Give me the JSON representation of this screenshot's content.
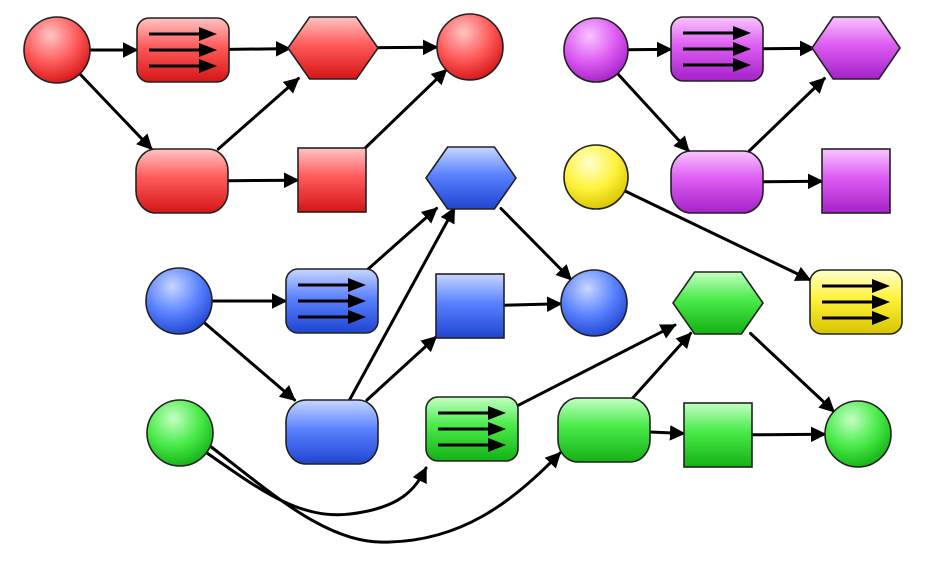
{
  "palette": {
    "red": {
      "light": "#ffc4c4",
      "mid": "#ff5a5a",
      "dark": "#d41515"
    },
    "purple": {
      "light": "#f8c4ff",
      "mid": "#dd5cf2",
      "dark": "#a422c8"
    },
    "blue": {
      "light": "#c8d6ff",
      "mid": "#5a82ff",
      "dark": "#1f45d0"
    },
    "green": {
      "light": "#c4ffc4",
      "mid": "#48ea48",
      "dark": "#15b015"
    },
    "yellow": {
      "light": "#ffffd0",
      "mid": "#fff23a",
      "dark": "#d6c400"
    }
  },
  "nodes": [
    {
      "id": "r1",
      "shape": "circle",
      "color": "red"
    },
    {
      "id": "r2",
      "shape": "process",
      "color": "red"
    },
    {
      "id": "r3",
      "shape": "hexagon",
      "color": "red"
    },
    {
      "id": "r4",
      "shape": "circle",
      "color": "red"
    },
    {
      "id": "r5",
      "shape": "rounded",
      "color": "red"
    },
    {
      "id": "r6",
      "shape": "square",
      "color": "red"
    },
    {
      "id": "p1",
      "shape": "circle",
      "color": "purple"
    },
    {
      "id": "p2",
      "shape": "process",
      "color": "purple"
    },
    {
      "id": "p3",
      "shape": "hexagon",
      "color": "purple"
    },
    {
      "id": "p4",
      "shape": "rounded",
      "color": "purple"
    },
    {
      "id": "p5",
      "shape": "square",
      "color": "purple"
    },
    {
      "id": "b1",
      "shape": "circle",
      "color": "blue"
    },
    {
      "id": "b2",
      "shape": "process",
      "color": "blue"
    },
    {
      "id": "b3",
      "shape": "hexagon",
      "color": "blue"
    },
    {
      "id": "b4",
      "shape": "square",
      "color": "blue"
    },
    {
      "id": "b5",
      "shape": "circle",
      "color": "blue"
    },
    {
      "id": "b6",
      "shape": "rounded",
      "color": "blue"
    },
    {
      "id": "y1",
      "shape": "circle",
      "color": "yellow"
    },
    {
      "id": "y2",
      "shape": "process",
      "color": "yellow"
    },
    {
      "id": "g1",
      "shape": "circle",
      "color": "green"
    },
    {
      "id": "g2",
      "shape": "process",
      "color": "green"
    },
    {
      "id": "g3",
      "shape": "hexagon",
      "color": "green"
    },
    {
      "id": "g4",
      "shape": "rounded",
      "color": "green"
    },
    {
      "id": "g5",
      "shape": "square",
      "color": "green"
    },
    {
      "id": "g6",
      "shape": "circle",
      "color": "green"
    }
  ],
  "edges": [
    {
      "from": "r1",
      "to": "r2"
    },
    {
      "from": "r2",
      "to": "r3"
    },
    {
      "from": "r3",
      "to": "r4"
    },
    {
      "from": "r1",
      "to": "r5"
    },
    {
      "from": "r5",
      "to": "r3"
    },
    {
      "from": "r5",
      "to": "r6"
    },
    {
      "from": "r6",
      "to": "r4"
    },
    {
      "from": "p1",
      "to": "p2"
    },
    {
      "from": "p2",
      "to": "p3"
    },
    {
      "from": "p1",
      "to": "p4"
    },
    {
      "from": "p4",
      "to": "p3"
    },
    {
      "from": "p4",
      "to": "p5"
    },
    {
      "from": "y1",
      "to": "y2"
    },
    {
      "from": "b1",
      "to": "b2"
    },
    {
      "from": "b2",
      "to": "b3"
    },
    {
      "from": "b3",
      "to": "b5"
    },
    {
      "from": "b1",
      "to": "b6"
    },
    {
      "from": "b6",
      "to": "b3"
    },
    {
      "from": "b6",
      "to": "b4"
    },
    {
      "from": "b4",
      "to": "b5"
    },
    {
      "from": "g1",
      "to": "g2"
    },
    {
      "from": "g1",
      "to": "g4"
    },
    {
      "from": "g2",
      "to": "g3"
    },
    {
      "from": "g4",
      "to": "g3"
    },
    {
      "from": "g4",
      "to": "g5"
    },
    {
      "from": "g5",
      "to": "g6"
    },
    {
      "from": "g3",
      "to": "g6"
    }
  ]
}
